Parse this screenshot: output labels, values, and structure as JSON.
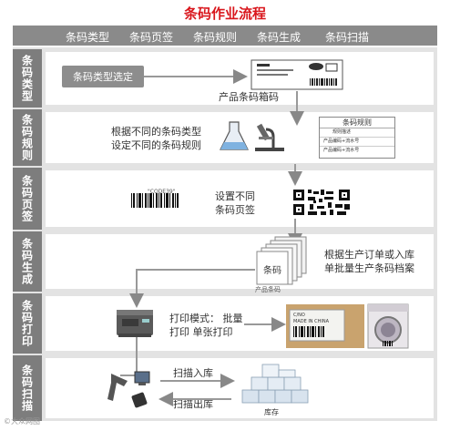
{
  "title": "条码作业流程",
  "header": {
    "columns": [
      "条码类型",
      "条码页签",
      "条码规则",
      "条码生成",
      "条码扫描"
    ]
  },
  "lanes": {
    "type": {
      "label": "条码类型",
      "button": "条码类型选定",
      "caption": "产品条码箱码"
    },
    "rule": {
      "label": "条码规则",
      "line1": "根据不同的条码类型",
      "line2": "设定不同的条码规则",
      "doc_title": "条码规则",
      "doc_row1": "规则描述",
      "doc_row2": "产品编码+流水号",
      "doc_row3": "产品编码+流水号"
    },
    "page": {
      "label": "条码页签",
      "barcode_text": "\"CODE39\"",
      "line1": "设置不同",
      "line2": "条码页签"
    },
    "gen": {
      "label": "条码生成",
      "stack_label": "条码",
      "stack_caption": "产品条码",
      "line1": "根据生产订单或入库",
      "line2": "单批量生产条码档案"
    },
    "print": {
      "label": "条码打印",
      "line1": "打印模式： 批量",
      "line2": "打印 单张打印",
      "box_text1": "C/NO",
      "box_text2": "MADE IN CHINA"
    },
    "scan": {
      "label": "条码扫描",
      "in_label": "扫描入库",
      "out_label": "扫描出库",
      "store_label": "库存"
    }
  },
  "watermark": "©大众网图",
  "colors": {
    "title": "#d9161c",
    "header": "#8a8a8a",
    "side": "#7d7d7d",
    "frame": "#e3e3e3"
  }
}
